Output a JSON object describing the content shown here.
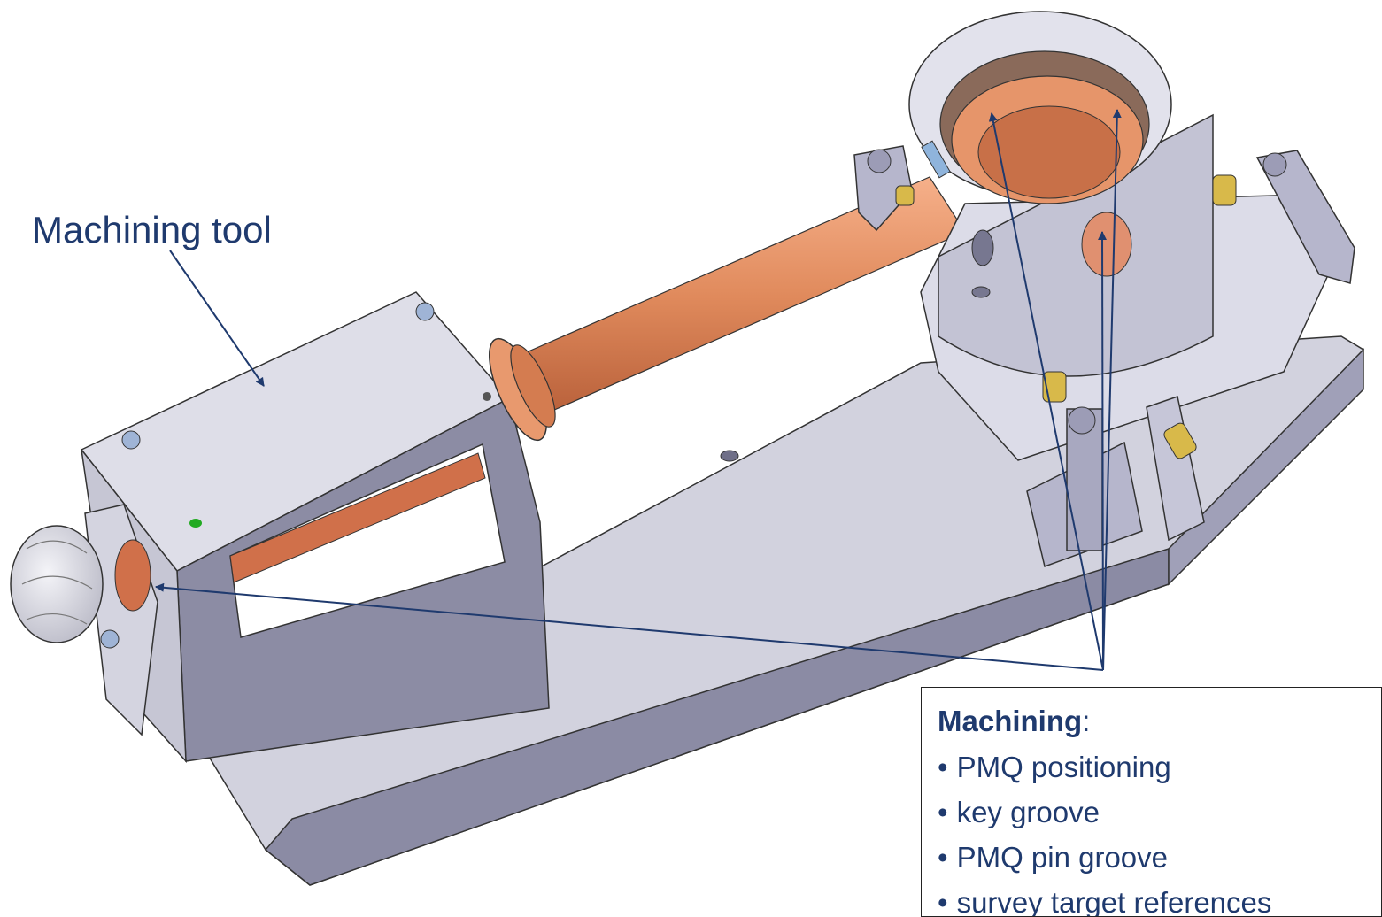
{
  "callout": {
    "label": "Machining tool"
  },
  "info": {
    "heading": "Machining",
    "heading_suffix": ":",
    "items": [
      "PMQ positioning",
      "key groove",
      "PMQ pin groove",
      "survey target references"
    ]
  },
  "colors": {
    "text": "#1f3a6e",
    "arrow": "#1f3a6e",
    "metal": "#c9c9d6",
    "metal_dark": "#8c8ca4",
    "copper": "#e08a5c",
    "brass": "#d8b94a"
  }
}
